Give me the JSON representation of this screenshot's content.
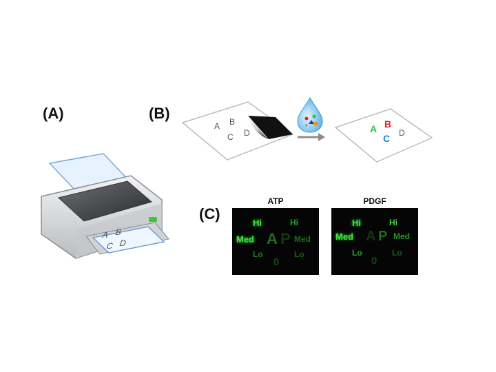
{
  "panels": {
    "a_label": "(A)",
    "b_label": "(B)",
    "c_label": "(C)"
  },
  "printer": {
    "paper_letters": [
      "A",
      "B",
      "C",
      "D"
    ],
    "body_color": "#d9dadc",
    "accent_green": "#37c837"
  },
  "sheet_plain": {
    "letters": [
      "A",
      "B",
      "C",
      "D"
    ]
  },
  "sheet_colored": {
    "letters": [
      "A",
      "B",
      "C",
      "D"
    ],
    "colors": {
      "A": "#2fc13b",
      "B": "#e0242a",
      "C": "#1f7fd6",
      "D": "#555555"
    }
  },
  "droplet": {
    "color": "#7ec7ef"
  },
  "images": [
    {
      "title": "ATP",
      "words": {
        "hi_left": "Hi",
        "hi_right": "Hi",
        "med_left": "Med",
        "big_a": "A",
        "big_p": "P",
        "med_right": "Med",
        "lo_left": "Lo",
        "lo_right": "Lo",
        "zero": "0"
      }
    },
    {
      "title": "PDGF",
      "words": {
        "hi_left": "Hi",
        "hi_right": "Hi",
        "med_left": "Med",
        "big_a": "A",
        "big_p": "P",
        "med_right": "Med",
        "lo_left": "Lo",
        "lo_right": "Lo",
        "zero": "0"
      }
    }
  ]
}
